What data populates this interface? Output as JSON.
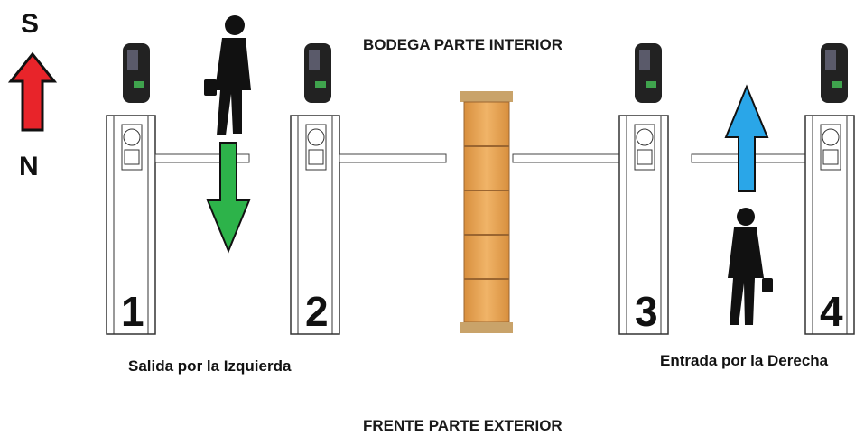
{
  "compass": {
    "south_label": "S",
    "north_label": "N"
  },
  "titles": {
    "top": "BODEGA PARTE INTERIOR",
    "bottom": "FRENTE PARTE EXTERIOR"
  },
  "captions": {
    "left": "Salida por la Izquierda",
    "right": "Entrada por la Derecha"
  },
  "turnstiles": [
    {
      "number": "1"
    },
    {
      "number": "2"
    },
    {
      "number": "3"
    },
    {
      "number": "4"
    }
  ],
  "colors": {
    "compass_arrow": "#e8242a",
    "exit_arrow": "#2db34a",
    "entry_arrow": "#2aa6e8",
    "divider_wood": "#e7a55a"
  },
  "icons": [
    "person-walking-icon",
    "fingerprint-reader-icon",
    "arrow-up-icon",
    "arrow-down-icon"
  ]
}
